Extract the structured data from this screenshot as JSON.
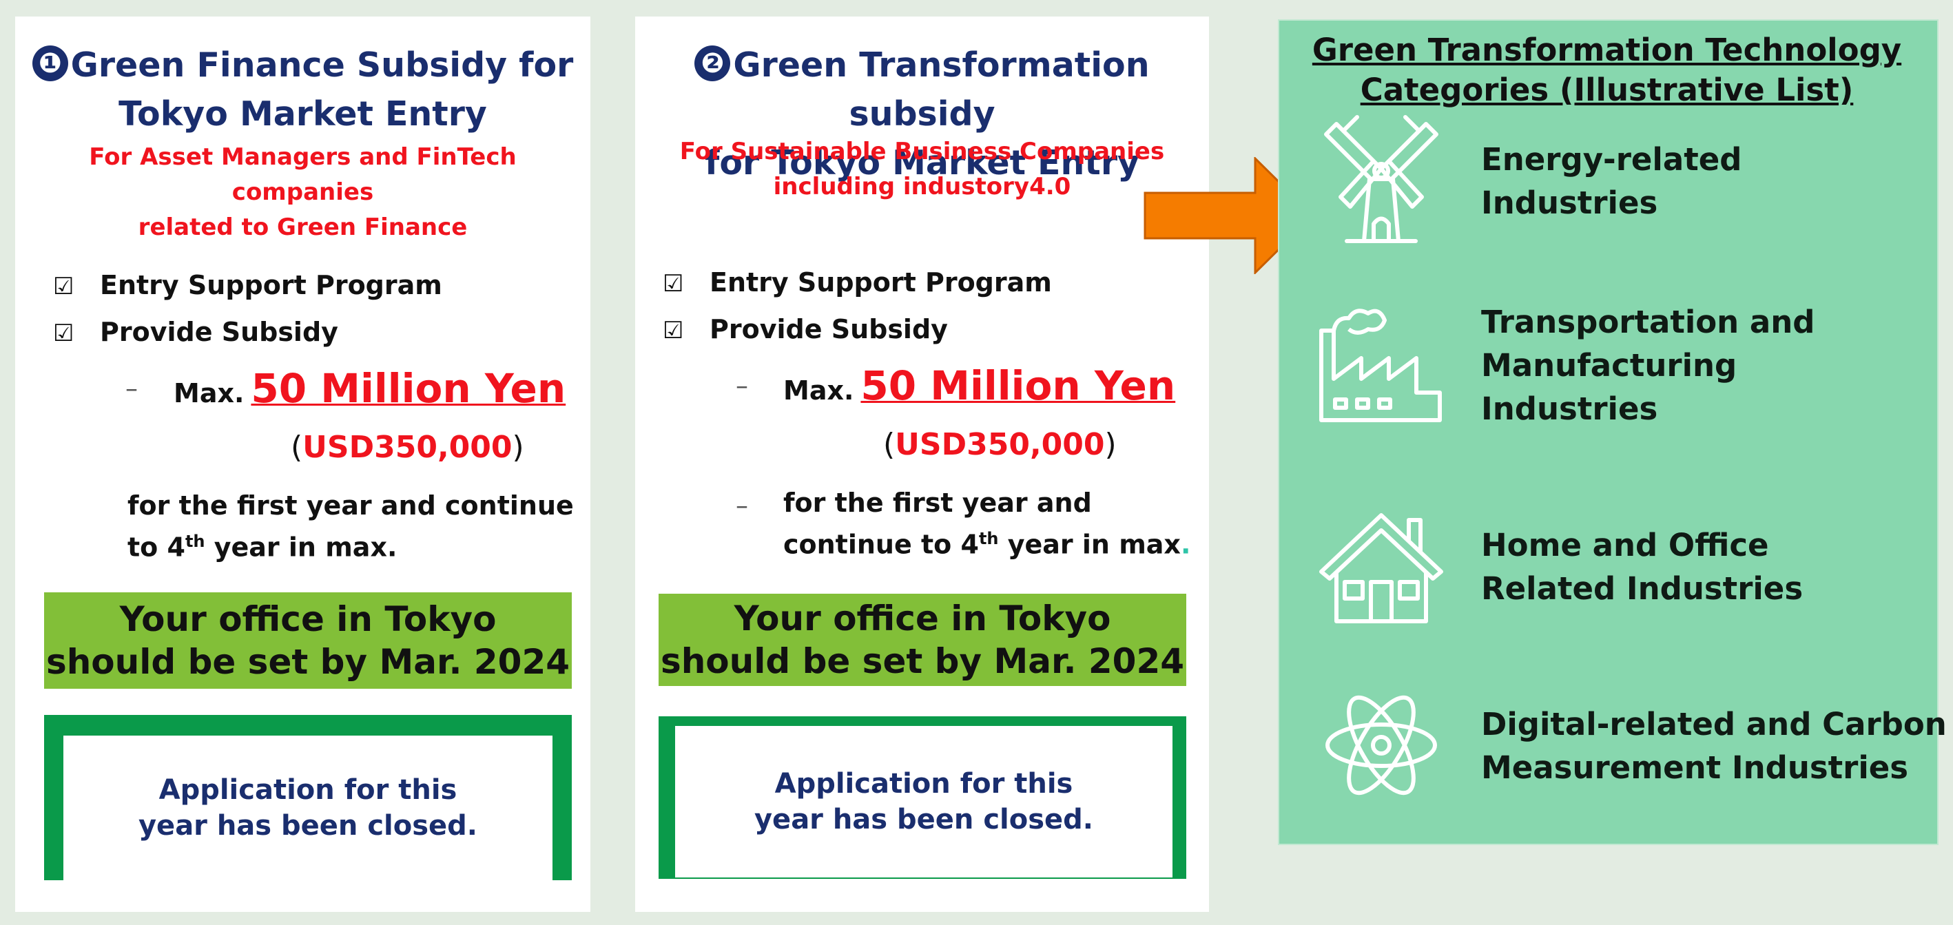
{
  "card1": {
    "number": "❶",
    "title_line1": "Green Finance Subsidy for",
    "title_line2": "Tokyo Market Entry",
    "subtitle_line1": "For Asset Managers and FinTech companies",
    "subtitle_line2": "related to Green Finance",
    "check1": "Entry Support Program",
    "check2": "Provide Subsidy",
    "dash": "–",
    "max_prefix": "Max.",
    "max_amount": "50 Million Yen",
    "usd_open": "(",
    "usd_value": "USD350,000",
    "usd_close": ")",
    "body_line1": "for the first year and continue",
    "body_line2_pre": "to 4",
    "body_line2_sup": "th",
    "body_line2_post": " year in max.",
    "banner_line1": "Your office in Tokyo",
    "banner_line2": "should be set by Mar. 2024",
    "closed_line1": "Application for this",
    "closed_line2": "year has been closed."
  },
  "card2": {
    "number": "❷",
    "title_line1": "Green Transformation subsidy",
    "title_line2": "for Tokyo Market Entry",
    "subtitle_line1": "For Sustainable Business Companies",
    "subtitle_line2": "including industory4.0",
    "check1": "Entry Support Program",
    "check2": "Provide Subsidy",
    "dash": "–",
    "max_prefix": "Max.",
    "max_amount": "50 Million Yen",
    "usd_open": "(",
    "usd_value": "USD350,000",
    "usd_close": ")",
    "body_line1": "for the first year and",
    "body_line2_pre": "continue to 4",
    "body_line2_sup": "th",
    "body_line2_post": " year in max",
    "body_line2_dot": ".",
    "banner_line1": "Your office in Tokyo",
    "banner_line2": "should be set by Mar. 2024",
    "closed_line1": "Application for this",
    "closed_line2": "year has been closed."
  },
  "checkbox_glyph": "☑",
  "panel": {
    "title_line1": "Green Transformation Technology",
    "title_line2": "Categories (Illustrative List)",
    "categories": [
      {
        "icon": "windmill-icon",
        "line1": "Energy-related",
        "line2": "Industries",
        "line3": ""
      },
      {
        "icon": "factory-icon",
        "line1": "Transportation and",
        "line2": "Manufacturing",
        "line3": "Industries"
      },
      {
        "icon": "house-icon",
        "line1": "Home and Office",
        "line2": "Related Industries",
        "line3": ""
      },
      {
        "icon": "atom-icon",
        "line1": "Digital-related and Carbon",
        "line2": "Measurement Industries",
        "line3": ""
      }
    ]
  },
  "colors": {
    "title_navy": "#1a2e6e",
    "accent_red": "#f0141e",
    "banner_green": "#82bf38",
    "frame_green": "#0a9a4a",
    "panel_green": "#87d7ae",
    "arrow_orange": "#f57c00"
  }
}
